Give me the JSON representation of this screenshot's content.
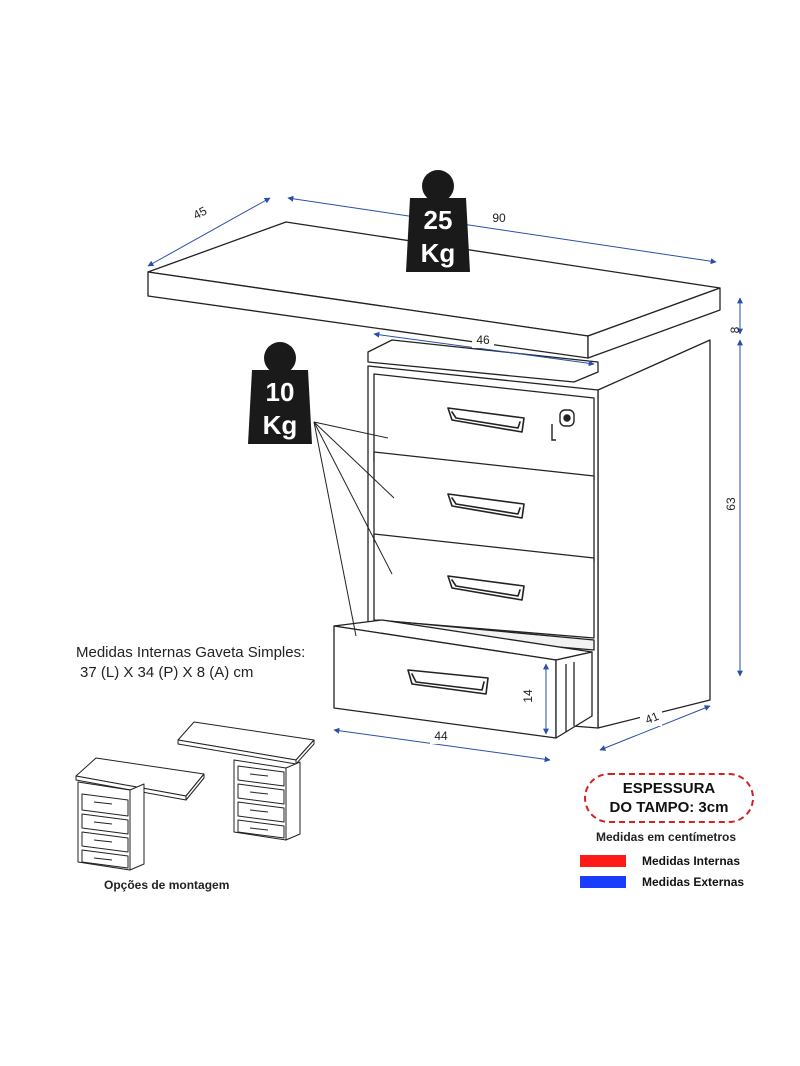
{
  "weights": {
    "top": {
      "value": "25",
      "unit": "Kg"
    },
    "drawer": {
      "value": "10",
      "unit": "Kg"
    }
  },
  "dimensions": {
    "top_depth": "45",
    "top_width": "90",
    "pedestal_width": "46",
    "top_thickness": "8",
    "pedestal_height": "63",
    "drawer_height": "14",
    "drawer_width": "44",
    "pedestal_depth": "41"
  },
  "notes": {
    "title": "Medidas Internas Gaveta Simples:",
    "size": "37 (L) X 34 (P) X 8 (A) cm"
  },
  "mounting": {
    "caption": "Opções de montagem"
  },
  "thickness": {
    "line1": "ESPESSURA",
    "line2": "DO TAMPO: 3cm"
  },
  "units": "Medidas em centímetros",
  "legend": [
    {
      "label": "Medidas Internas",
      "color": "#ff1a1a"
    },
    {
      "label": "Medidas Externas",
      "color": "#1a3cff"
    }
  ],
  "colors": {
    "dimension_line": "#2a4fa8",
    "outline": "#222222",
    "weight_icon": "#1a1a1a"
  }
}
